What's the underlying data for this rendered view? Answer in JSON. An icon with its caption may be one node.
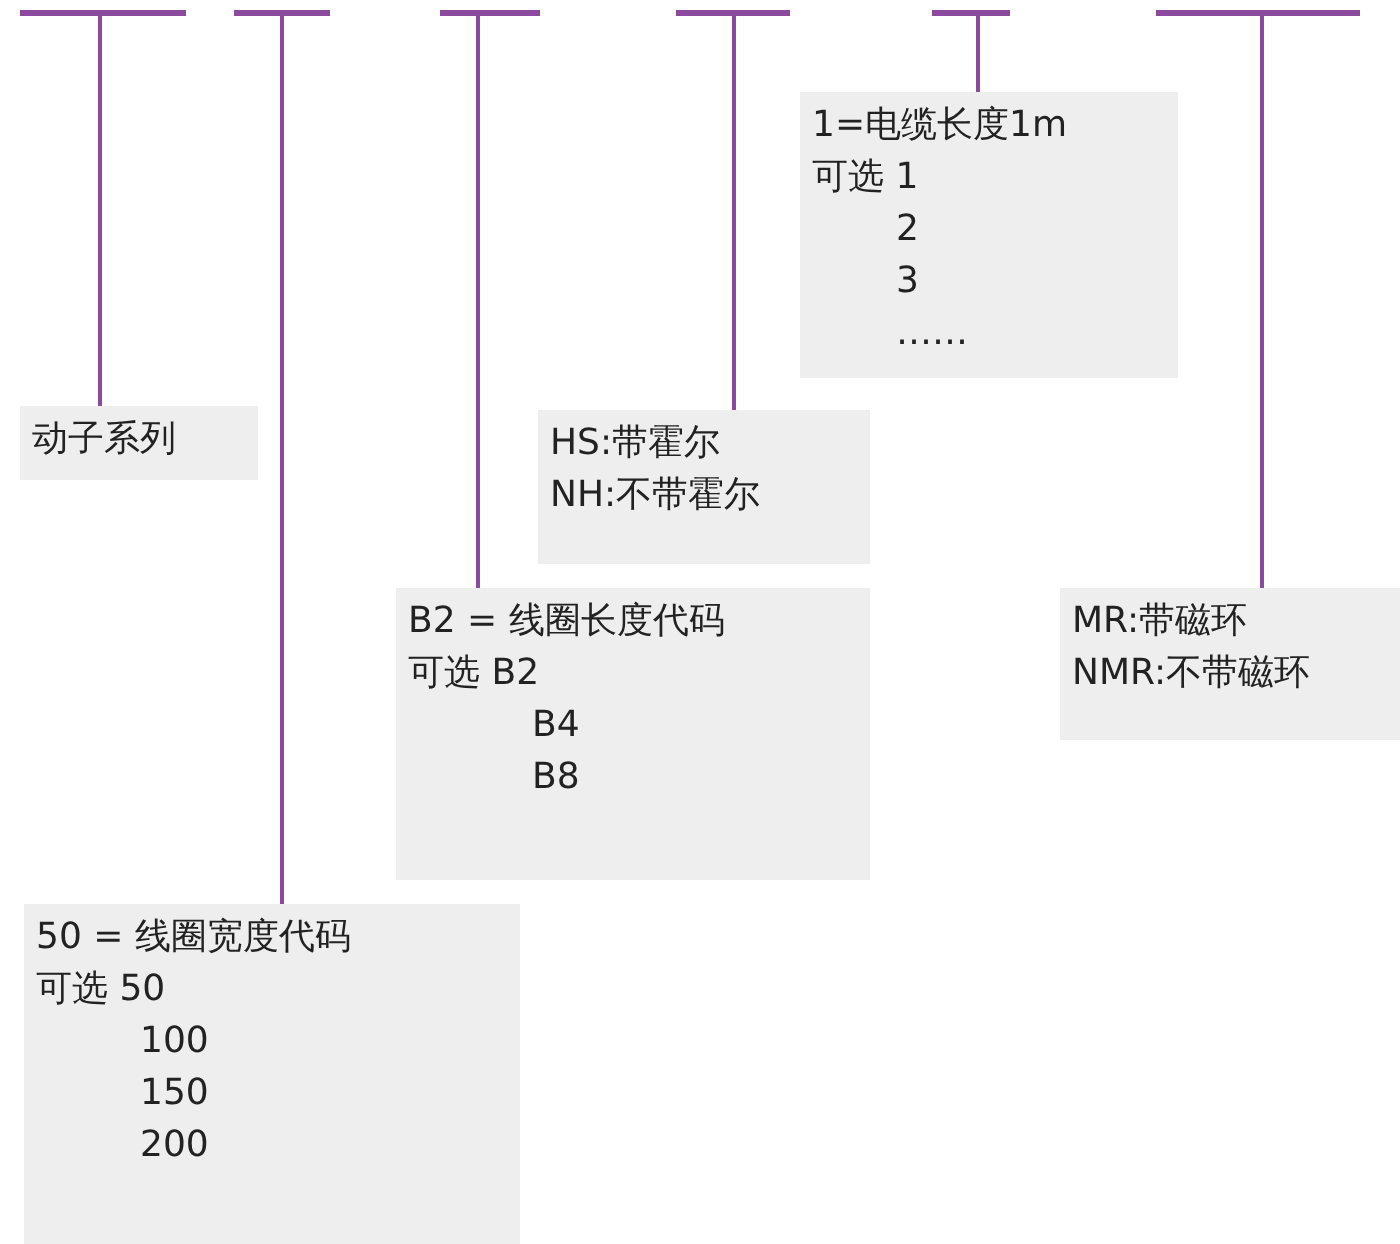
{
  "diagram": {
    "nodes": [
      {
        "text": [],
        "shape": "bar"
      },
      {
        "text": [],
        "shape": "bar"
      },
      {
        "text": [],
        "shape": "bar"
      },
      {
        "text": [],
        "shape": "bar"
      },
      {
        "text": [],
        "shape": "bar"
      },
      {
        "text": [],
        "shape": "bar"
      },
      {
        "text": [
          "1=电缆长度1m",
          "可选 1",
          "2",
          "3",
          "……"
        ]
      },
      {
        "text": [
          "动子系列"
        ]
      },
      {
        "text": [
          "HS:带霍尔",
          "NH:不带霍尔"
        ]
      },
      {
        "text": [
          "B2 = 线圈长度代码",
          "可选 B2",
          "B4",
          "B8"
        ]
      },
      {
        "text": [
          "MR:带磁环",
          "NMR:不带磁环"
        ]
      },
      {
        "text": [
          "50 = 线圈宽度代码",
          "可选 50",
          "100",
          "150",
          "200"
        ]
      }
    ],
    "edges": [
      {
        "from": 0,
        "to": 7,
        "arrow": "none"
      },
      {
        "from": 1,
        "to": 11,
        "arrow": "none"
      },
      {
        "from": 2,
        "to": 9,
        "arrow": "none"
      },
      {
        "from": 3,
        "to": 8,
        "arrow": "none"
      },
      {
        "from": 4,
        "to": 6,
        "arrow": "none"
      },
      {
        "from": 5,
        "to": 10,
        "arrow": "none"
      }
    ]
  }
}
